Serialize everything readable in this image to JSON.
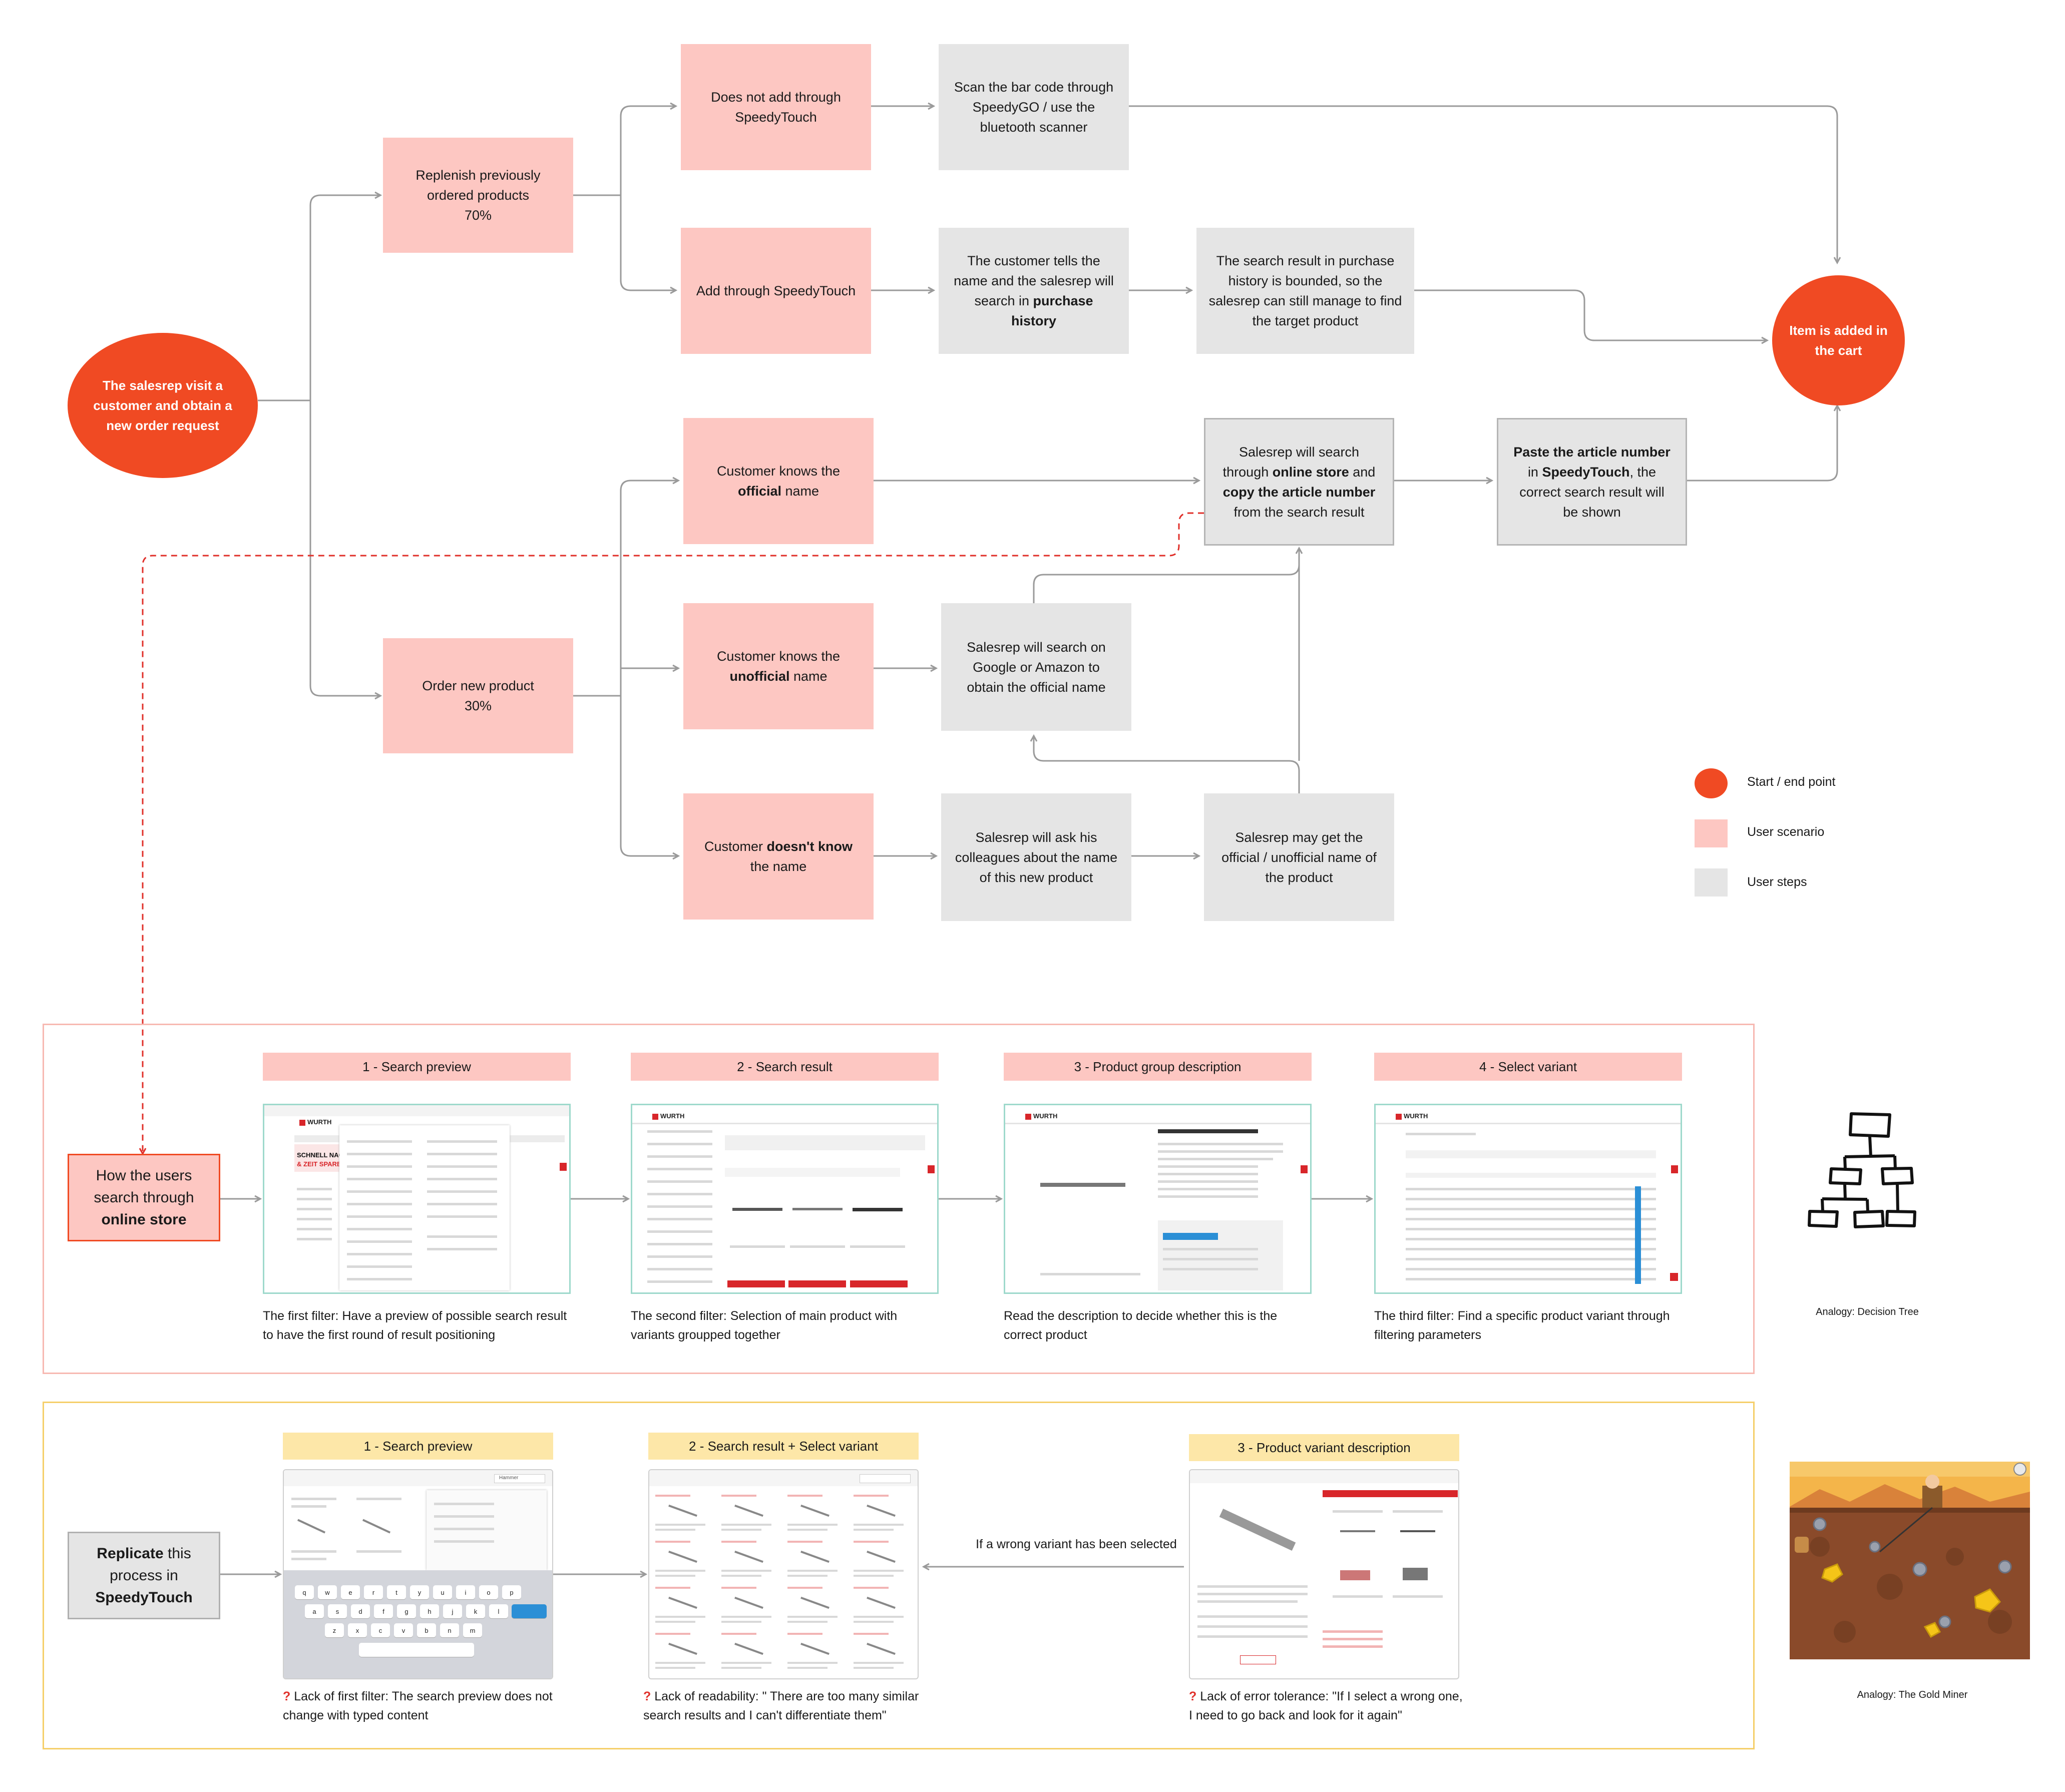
{
  "flow": {
    "start": "The salesrep visit a customer and obtain a new order request",
    "end": "Item is added in the cart",
    "replenish": {
      "line1": "Replenish previously ordered products",
      "pct": "70%"
    },
    "order_new": {
      "line1": "Order new product",
      "pct": "30%"
    },
    "not_add": "Does not add through SpeedyTouch",
    "add_through": "Add through SpeedyTouch",
    "scan": "Scan the bar code through SpeedyGO / use the bluetooth scanner",
    "tells": {
      "pre": "The customer tells the name and the salesrep will search in ",
      "bold": "purchase history"
    },
    "bounded": "The search result in purchase history is bounded, so the salesrep can still manage to find the target product",
    "knows_official": {
      "pre": "Customer knows the ",
      "bold": "official",
      "post": " name"
    },
    "knows_unofficial": {
      "pre": "Customer knows the ",
      "bold": "unofficial",
      "post": " name"
    },
    "doesnt_know": {
      "pre": "Customer ",
      "bold": "doesn't know",
      "post": " the name"
    },
    "online_store": {
      "a": "Salesrep will search through ",
      "b": "online store",
      "c": " and ",
      "d": "copy the article number",
      "e": " from the search result"
    },
    "paste": {
      "a": "Paste the article number",
      "b": " in ",
      "c": "SpeedyTouch",
      "d": ", the correct search result will be shown"
    },
    "google": "Salesrep will search on Google or Amazon to obtain the official name",
    "ask": "Salesrep will ask his colleagues about the name of this new product",
    "may_get": "Salesrep may get the official / unofficial name of the product"
  },
  "legend": {
    "start_end": "Start / end point",
    "user_scenario": "User scenario",
    "user_steps": "User steps",
    "colors": {
      "start_end": "#f04a23",
      "user_scenario": "#fdc7c2",
      "user_steps": "#e5e5e5"
    }
  },
  "online": {
    "entry": {
      "a": "How the users search through ",
      "b": "online store"
    },
    "steps": [
      {
        "label": "1 - Search preview",
        "caption": "The first filter: Have a preview of possible search result to have the first round of result positioning"
      },
      {
        "label": "2 - Search result",
        "caption": "The second filter: Selection of main product with variants groupped together"
      },
      {
        "label": "3 - Product group description",
        "caption": "Read the description to decide whether this is the correct product"
      },
      {
        "label": "4 - Select variant",
        "caption": "The third filter: Find a specific product variant through filtering parameters"
      }
    ],
    "analogy": "Analogy: Decision Tree"
  },
  "speedy": {
    "entry": {
      "a": "Replicate",
      "b": " this process in ",
      "c": "SpeedyTouch"
    },
    "steps": [
      {
        "label": "1 - Search preview",
        "caption": "Lack of first filter: The search preview does not change with typed content"
      },
      {
        "label": "2 - Search result + Select variant",
        "caption": "Lack of readability: \" There are too many similar search results and I can't differentiate them\""
      },
      {
        "label": "3 - Product variant description",
        "caption": "Lack of error tolerance: \"If I select a wrong one, I need to go back and look for it again\""
      }
    ],
    "wrong_variant": "If a wrong variant has been selected",
    "question_mark": "?",
    "analogy": "Analogy: The Gold Miner"
  },
  "mock": {
    "logo": "WURTH",
    "banner1": "SCHNELL NACHBE",
    "banner2": "& ZEIT SPAREN!",
    "search_hint": "Hammer",
    "keys_row1": [
      "q",
      "w",
      "e",
      "r",
      "t",
      "y",
      "u",
      "i",
      "o",
      "p"
    ],
    "keys_row2": [
      "a",
      "s",
      "d",
      "f",
      "g",
      "h",
      "j",
      "k",
      "l"
    ],
    "keys_row3": [
      "z",
      "x",
      "c",
      "v",
      "b",
      "n",
      "m"
    ]
  }
}
